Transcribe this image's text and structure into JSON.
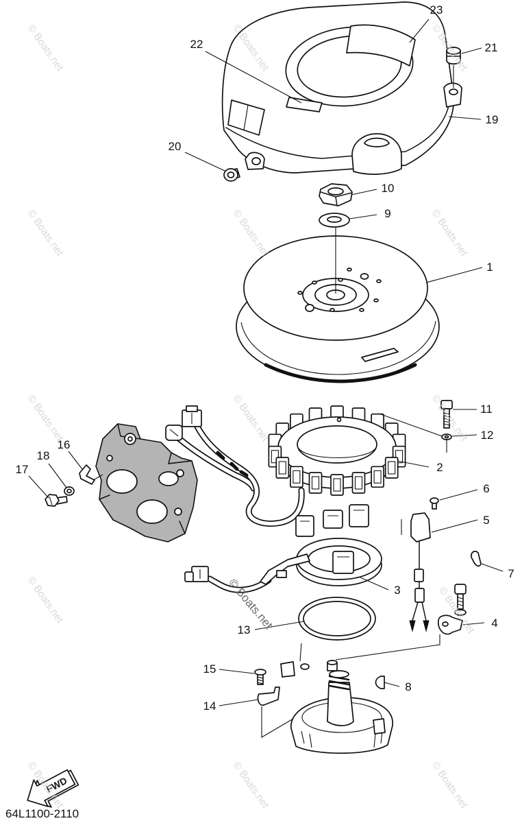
{
  "diagram": {
    "callouts": [
      {
        "label": "1"
      },
      {
        "label": "2"
      },
      {
        "label": "3"
      },
      {
        "label": "4"
      },
      {
        "label": "5"
      },
      {
        "label": "6"
      },
      {
        "label": "7"
      },
      {
        "label": "8"
      },
      {
        "label": "9"
      },
      {
        "label": "10"
      },
      {
        "label": "11"
      },
      {
        "label": "12"
      },
      {
        "label": "13"
      },
      {
        "label": "14"
      },
      {
        "label": "15"
      },
      {
        "label": "16"
      },
      {
        "label": "17"
      },
      {
        "label": "18"
      },
      {
        "label": "19"
      },
      {
        "label": "20"
      },
      {
        "label": "21"
      },
      {
        "label": "22"
      },
      {
        "label": "23"
      }
    ],
    "forward_arrow": {
      "label": "FWD"
    },
    "part_code": "64L1100-2110"
  },
  "watermark": {
    "text": "© Boats.net"
  },
  "colors": {
    "ink": "#111111",
    "casting": "#b4b4b4",
    "watermark": "#cccccc",
    "watermark_dark": "#6a6a6a",
    "background": "#ffffff"
  }
}
